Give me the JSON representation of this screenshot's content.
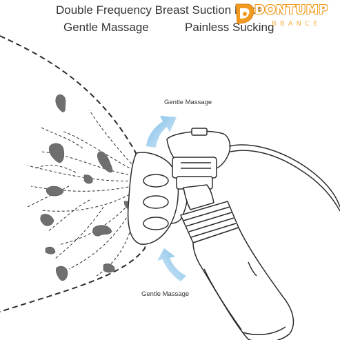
{
  "title": {
    "line1": "Double Frequency Breast Suction Mode",
    "line2_left": "Gentle Massage",
    "line2_right": "Painless Sucking"
  },
  "callouts": {
    "top": "Gentle Massage",
    "bottom": "Gentle Massage"
  },
  "watermark": {
    "brand": "DONTUMP",
    "sub": "BBANCE"
  },
  "colors": {
    "line": "#2b2b2b",
    "text": "#333333",
    "arrow": "#a9d3ee",
    "blob": "#6f6f6f",
    "watermark": "#f29a1f"
  },
  "icons": [
    "curved-arrow-icon",
    "breast-pump-icon"
  ]
}
